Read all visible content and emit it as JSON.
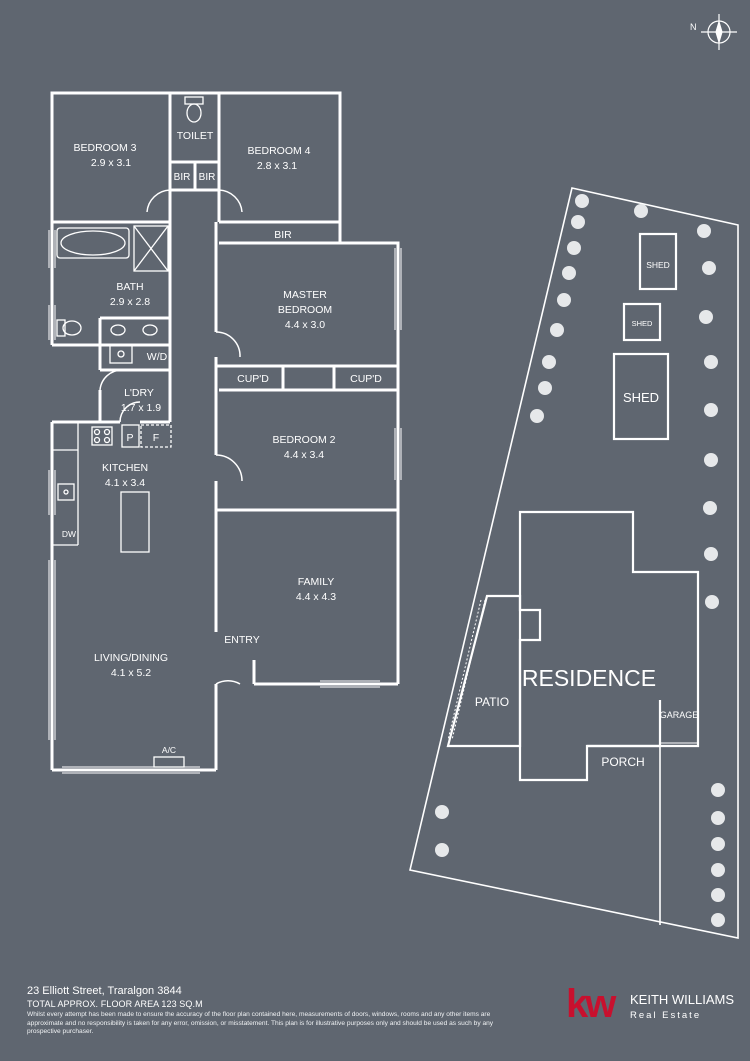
{
  "compass": {
    "label": "N"
  },
  "rooms": {
    "bedroom3": {
      "name": "BEDROOM 3",
      "size": "2.9 x 3.1"
    },
    "toilet": {
      "name": "TOILET"
    },
    "bedroom4": {
      "name": "BEDROOM 4",
      "size": "2.8 x 3.1"
    },
    "bir": "BIR",
    "bir_master": "BIR",
    "bath": {
      "name": "BATH",
      "size": "2.9 x 2.8"
    },
    "master": {
      "name1": "MASTER",
      "name2": "BEDROOM",
      "size": "4.4 x 3.0"
    },
    "wd": "W/D",
    "laundry": {
      "name": "L'DRY",
      "size": "1.7 x 1.9"
    },
    "cupd": "CUP'D",
    "pantry": "P",
    "fridge": "F",
    "kitchen": {
      "name": "KITCHEN",
      "size": "4.1 x 3.4"
    },
    "dw": "DW",
    "bedroom2": {
      "name": "BEDROOM 2",
      "size": "4.4 x 3.4"
    },
    "family": {
      "name": "FAMILY",
      "size": "4.4 x 4.3"
    },
    "entry": "ENTRY",
    "living": {
      "name": "LIVING/DINING",
      "size": "4.1 x 5.2"
    },
    "ac": "A/C"
  },
  "site": {
    "shed_small_1": "SHED",
    "shed_small_2": "SHED",
    "shed_large": "SHED",
    "residence": "RESIDENCE",
    "patio": "PATIO",
    "garage": "GARAGE",
    "porch": "PORCH"
  },
  "footer": {
    "address": "23 Elliott Street, Traralgon 3844",
    "floor_area": "TOTAL APPROX. FLOOR AREA 123 SQ.M",
    "disclaimer": "Whilst every attempt has been made to ensure the accuracy of the floor plan contained here, measurements of doors, windows, rooms and any other items are approximate and no responsibility is taken for any error, omission, or misstatement. This plan is for illustrative purposes only and should be used as such by any prospective purchaser."
  },
  "logo": {
    "mark": "kw",
    "name": "KEITH WILLIAMS",
    "tagline": "Real Estate"
  },
  "colors": {
    "background": "#5f6670",
    "lines": "#ffffff",
    "brand_red": "#c8102e"
  }
}
